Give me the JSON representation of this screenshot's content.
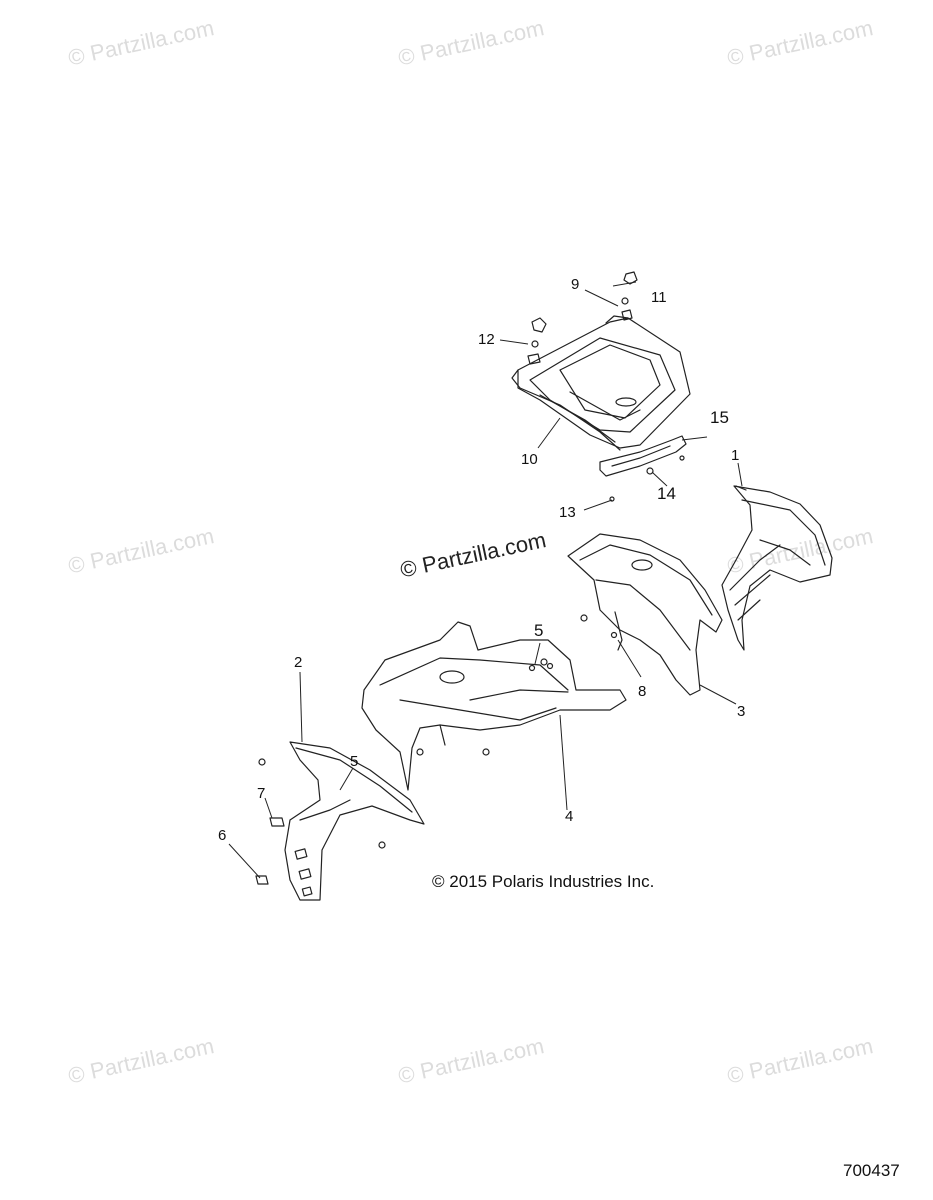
{
  "watermarks": {
    "text": "© Partzilla.com",
    "center_text": "© Partzilla.com"
  },
  "callouts": {
    "c1": "1",
    "c2": "2",
    "c3": "3",
    "c4": "4",
    "c5a": "5",
    "c5b": "5",
    "c6": "6",
    "c7": "7",
    "c8": "8",
    "c9": "9",
    "c10": "10",
    "c11": "11",
    "c12": "12",
    "c13": "13",
    "c14": "14",
    "c15": "15"
  },
  "copyright": "© 2015 Polaris Industries Inc.",
  "reference_number": "700437",
  "colors": {
    "line": "#222222",
    "watermark": "#dcdcdc",
    "background": "#ffffff"
  }
}
